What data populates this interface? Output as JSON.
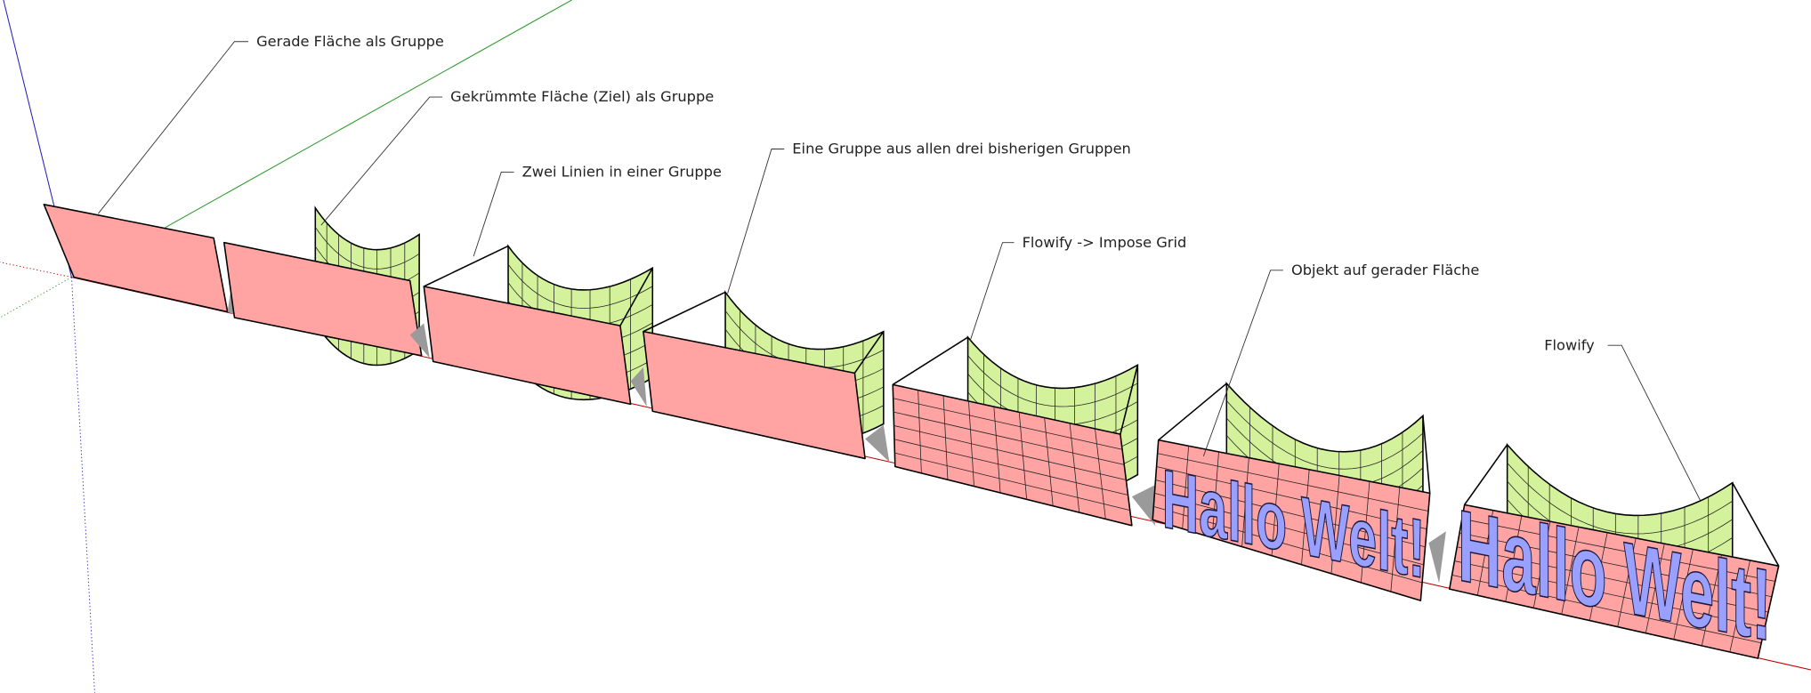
{
  "labels": [
    "Gerade Fläche als Gruppe",
    "Gekrümmte Fläche (Ziel) als Gruppe",
    "Zwei Linien in einer Gruppe",
    "Eine Gruppe aus allen drei bisherigen Gruppen",
    "Flowify -> Impose Grid",
    "Objekt auf gerader Fläche",
    "Flowify"
  ],
  "panel_text": "Hallo Welt!",
  "colors": {
    "panel": "#ffa3a3",
    "surface": "#d4f29c",
    "text": "#9aa0ff",
    "axis_red": "#c00000",
    "axis_green": "#2a9a2a",
    "axis_blue": "#2020c0"
  }
}
